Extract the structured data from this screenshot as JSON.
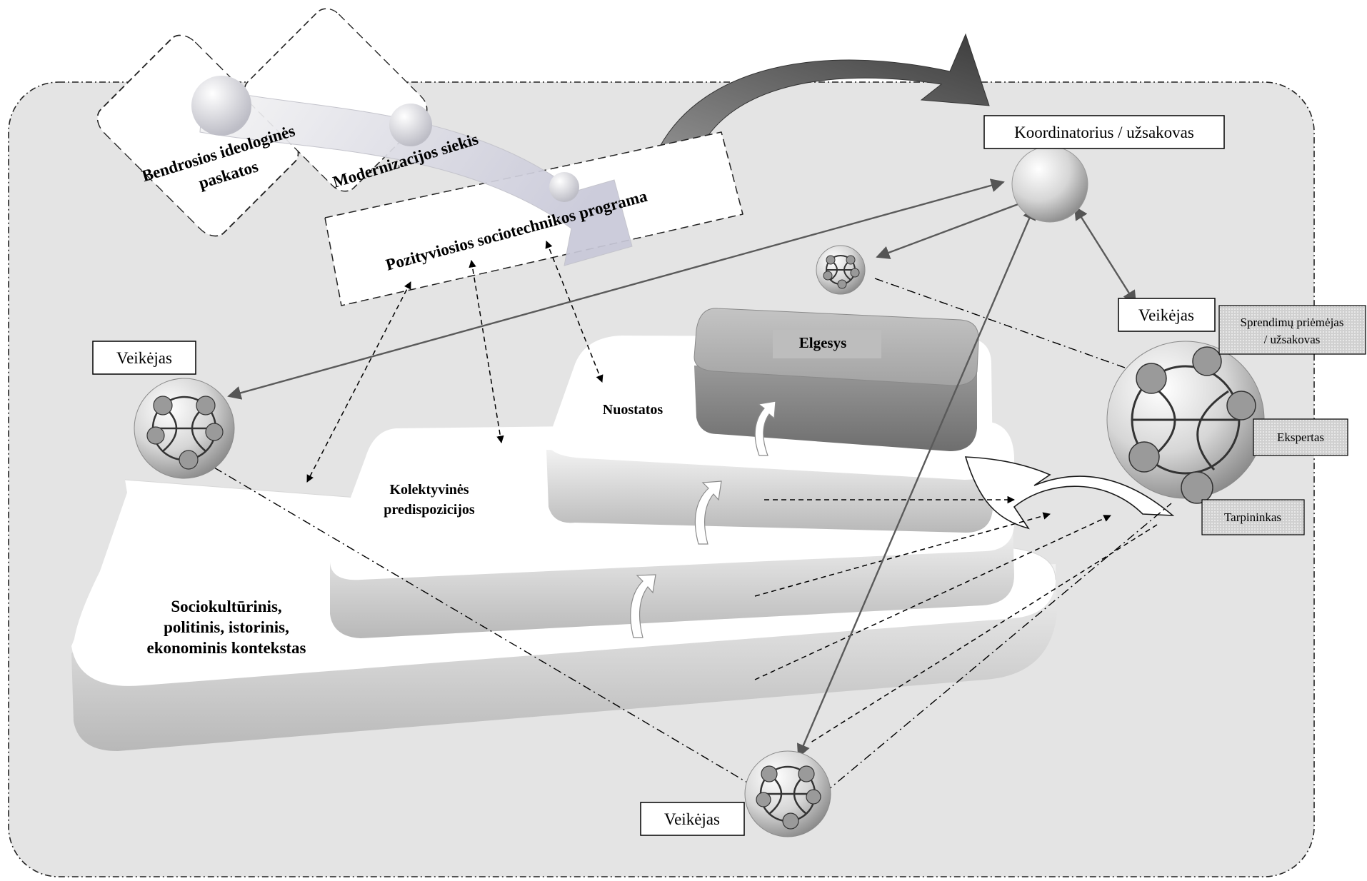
{
  "ideology": {
    "general": [
      "Bendrosios ideologinės",
      "paskatos"
    ],
    "modernization": "Modernizacijos siekis",
    "program": "Pozityviosios sociotechnikos programa"
  },
  "levels": {
    "context": [
      "Sociokultūrinis,",
      "politinis, istorinis,",
      "ekonominis kontekstas"
    ],
    "collective": [
      "Kolektyvinės",
      "predispozicijos"
    ],
    "attitudes": "Nuostatos",
    "behavior": "Elgesys"
  },
  "actors": {
    "coordinator": "Koordinatorius / užsakovas",
    "actor_left": "Veikėjas",
    "actor_right": "Veikėjas",
    "actor_bottom": "Veikėjas"
  },
  "roles": {
    "decision_maker": [
      "Sprendimų priėmėjas",
      "/ užsakovas"
    ],
    "expert": "Ekspertas",
    "intermediary": "Tarpininkas"
  }
}
